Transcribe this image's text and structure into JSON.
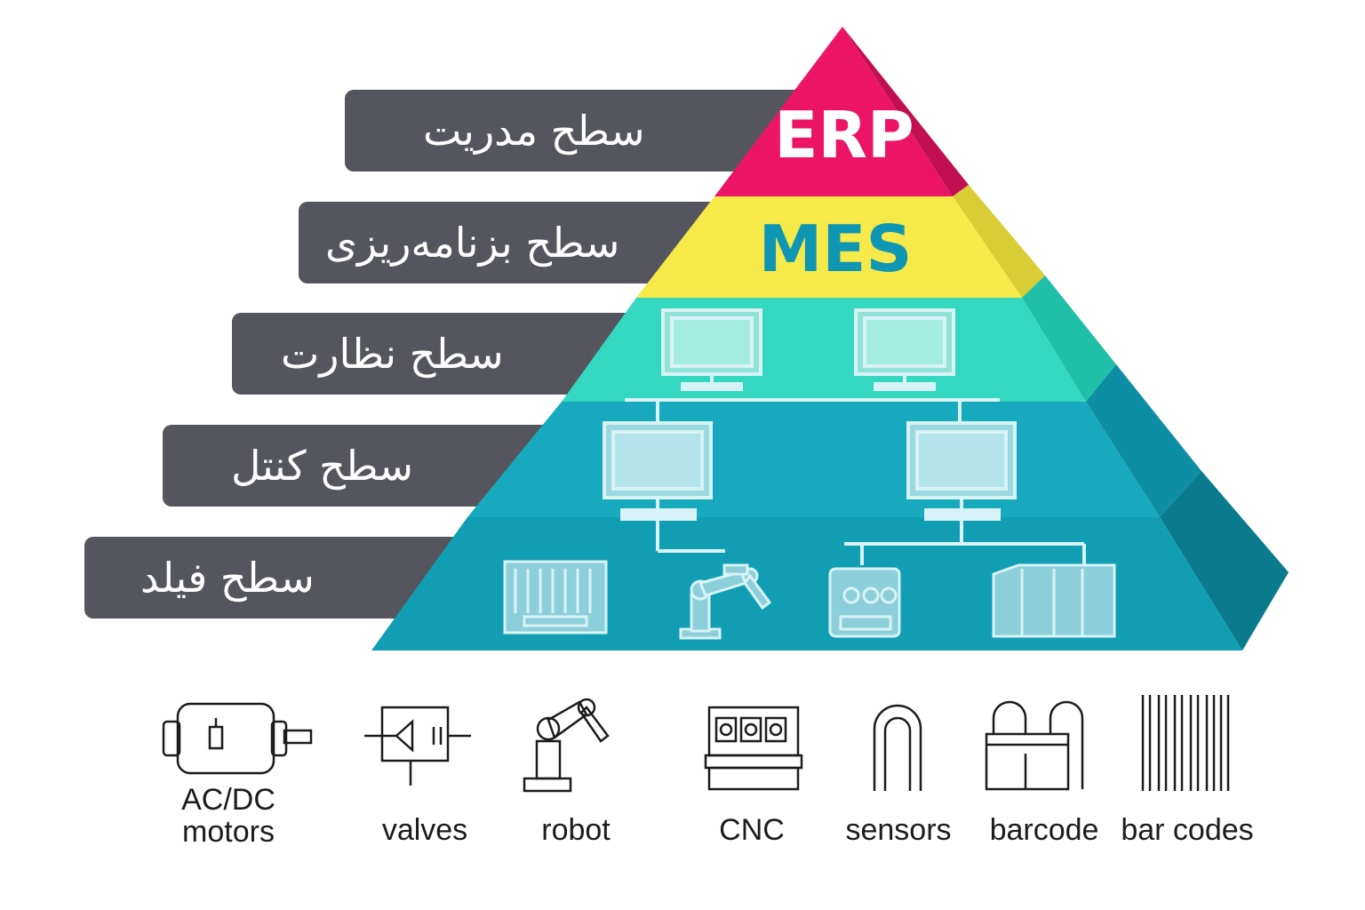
{
  "pyramid": {
    "layers": [
      {
        "id": "erp",
        "name": "ERP",
        "color": "#ec1464",
        "text_color": "#ffffff",
        "label": "سطح مدریت"
      },
      {
        "id": "mes",
        "name": "MES",
        "color": "#f5ea4a",
        "text_color": "#0e96b3",
        "label": "سطح بزنامه‌ریزی"
      },
      {
        "id": "supervisory",
        "name": "",
        "color": "#34d8c0",
        "text_color": "",
        "label": "سطح نظارت"
      },
      {
        "id": "control",
        "name": "",
        "color": "#17a9bd",
        "text_color": "",
        "label": "سطح کنتل"
      },
      {
        "id": "field",
        "name": "",
        "color": "#119eb3",
        "text_color": "",
        "label": "سطح فیلد"
      }
    ],
    "tab_color": "#55565d",
    "icon_line_color": "#d8f3f6"
  },
  "devices": [
    {
      "icon": "ac-dc-motor-icon",
      "label_line1": "AC/DC",
      "label_line2": "motors"
    },
    {
      "icon": "valve-icon",
      "label_line1": "",
      "label_line2": "valves"
    },
    {
      "icon": "robot-arm-icon",
      "label_line1": "",
      "label_line2": "robot"
    },
    {
      "icon": "cnc-machine-icon",
      "label_line1": "",
      "label_line2": "CNC"
    },
    {
      "icon": "sensor-icon",
      "label_line1": "",
      "label_line2": "sensors"
    },
    {
      "icon": "barcode-scanner-icon",
      "label_line1": "",
      "label_line2": "barcode"
    },
    {
      "icon": "barcode-lines-icon",
      "label_line1": "",
      "label_line2": "bar codes"
    }
  ]
}
